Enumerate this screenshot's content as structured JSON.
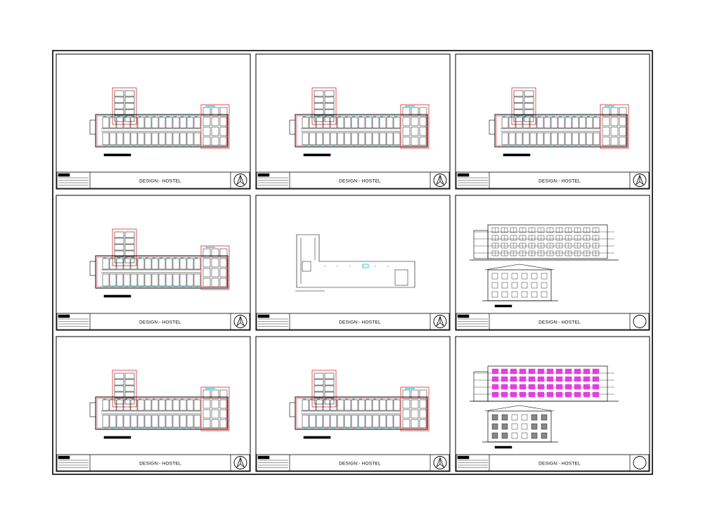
{
  "sheets": [
    {
      "title": "DESIGN:- HOSTEL",
      "view": "plan",
      "north_arrow": true
    },
    {
      "title": "DESIGN:- HOSTEL",
      "view": "plan",
      "north_arrow": true
    },
    {
      "title": "DESIGN:- HOSTEL",
      "view": "plan",
      "north_arrow": true
    },
    {
      "title": "DESIGN:- HOSTEL",
      "view": "plan",
      "north_arrow": true
    },
    {
      "title": "DESIGN:- HOSTEL",
      "view": "roof-plan",
      "north_arrow": true
    },
    {
      "title": "DESIGN:- HOSTEL",
      "view": "elevation-section",
      "north_arrow": false
    },
    {
      "title": "DESIGN:- HOSTEL",
      "view": "plan",
      "north_arrow": true
    },
    {
      "title": "DESIGN:- HOSTEL",
      "view": "plan",
      "north_arrow": true
    },
    {
      "title": "DESIGN:- HOSTEL",
      "view": "elevation-color",
      "north_arrow": false
    }
  ],
  "colors": {
    "line": "#000000",
    "room_outline": "#e0282c",
    "windows": "#00c8d8",
    "elevation_fill": "#e040e0"
  }
}
